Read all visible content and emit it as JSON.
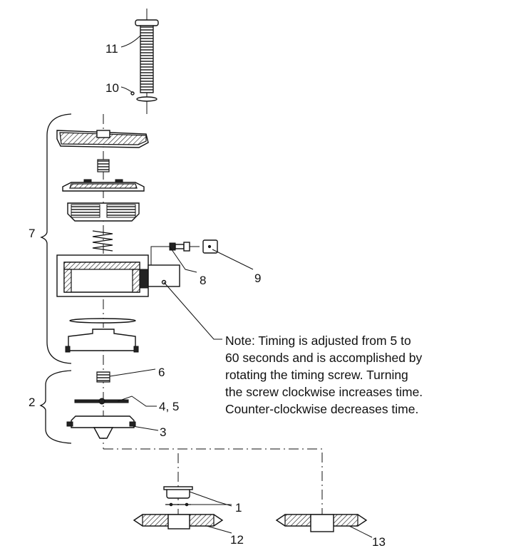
{
  "labels": {
    "l1": "1",
    "l2": "2",
    "l3": "3",
    "l45": "4, 5",
    "l6": "6",
    "l7": "7",
    "l8": "8",
    "l9": "9",
    "l10": "10",
    "l11": "11",
    "l12": "12",
    "l13": "13"
  },
  "note": {
    "line1": "Note: Timing is adjusted from 5 to",
    "line2": "60 seconds and is accomplished by",
    "line3": "rotating the timing screw. Turning",
    "line4": "the screw clockwise increases time.",
    "line5": "Counter-clockwise decreases time."
  }
}
